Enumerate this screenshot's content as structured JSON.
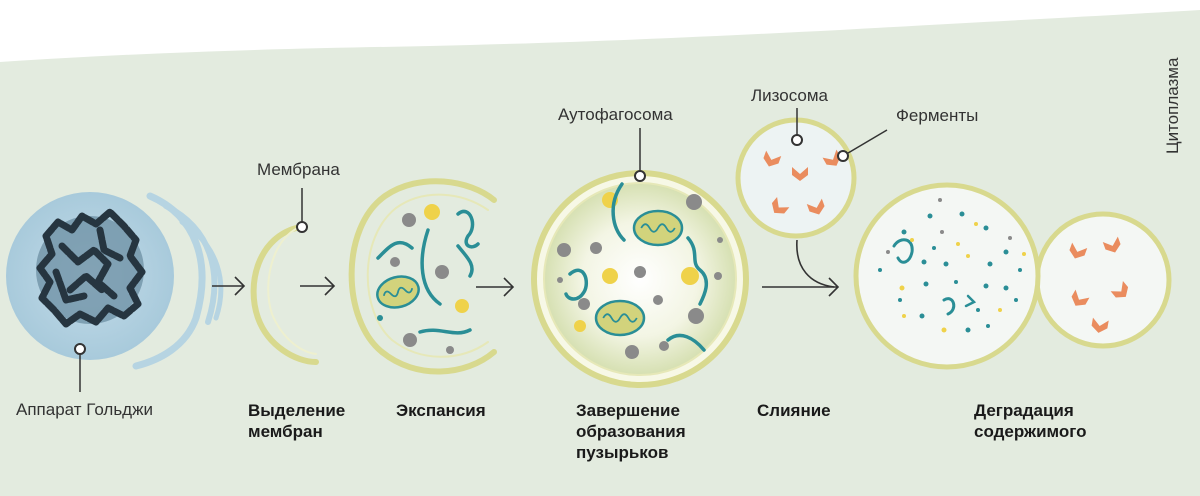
{
  "labels": {
    "golgi": "Аппарат Гольджи",
    "membrane": "Мембрана",
    "autophagosome": "Аутофагосома",
    "lysosome": "Лизосома",
    "enzymes": "Ферменты",
    "cytoplasm": "Цитоплазма"
  },
  "stages": [
    {
      "label": "Выделение\nмембран"
    },
    {
      "label": "Экспансия"
    },
    {
      "label": "Завершение\nобразования\nпузырьков"
    },
    {
      "label": "Слияние"
    },
    {
      "label": "Деградация\nсодержимого"
    }
  ],
  "colors": {
    "background": "#e3ebdf",
    "membrane": "#d8d98e",
    "golgi": "#b6d4e2",
    "nucleus": "#6c8fa3",
    "chromatin": "#263540",
    "teal": "#2a8e96",
    "mito": "#d2d37c",
    "yellow_dot": "#efd24a",
    "gray_dot": "#8a8a8a",
    "enzyme": "#ea8c5e",
    "lysosome_fill": "#edf3f3"
  }
}
